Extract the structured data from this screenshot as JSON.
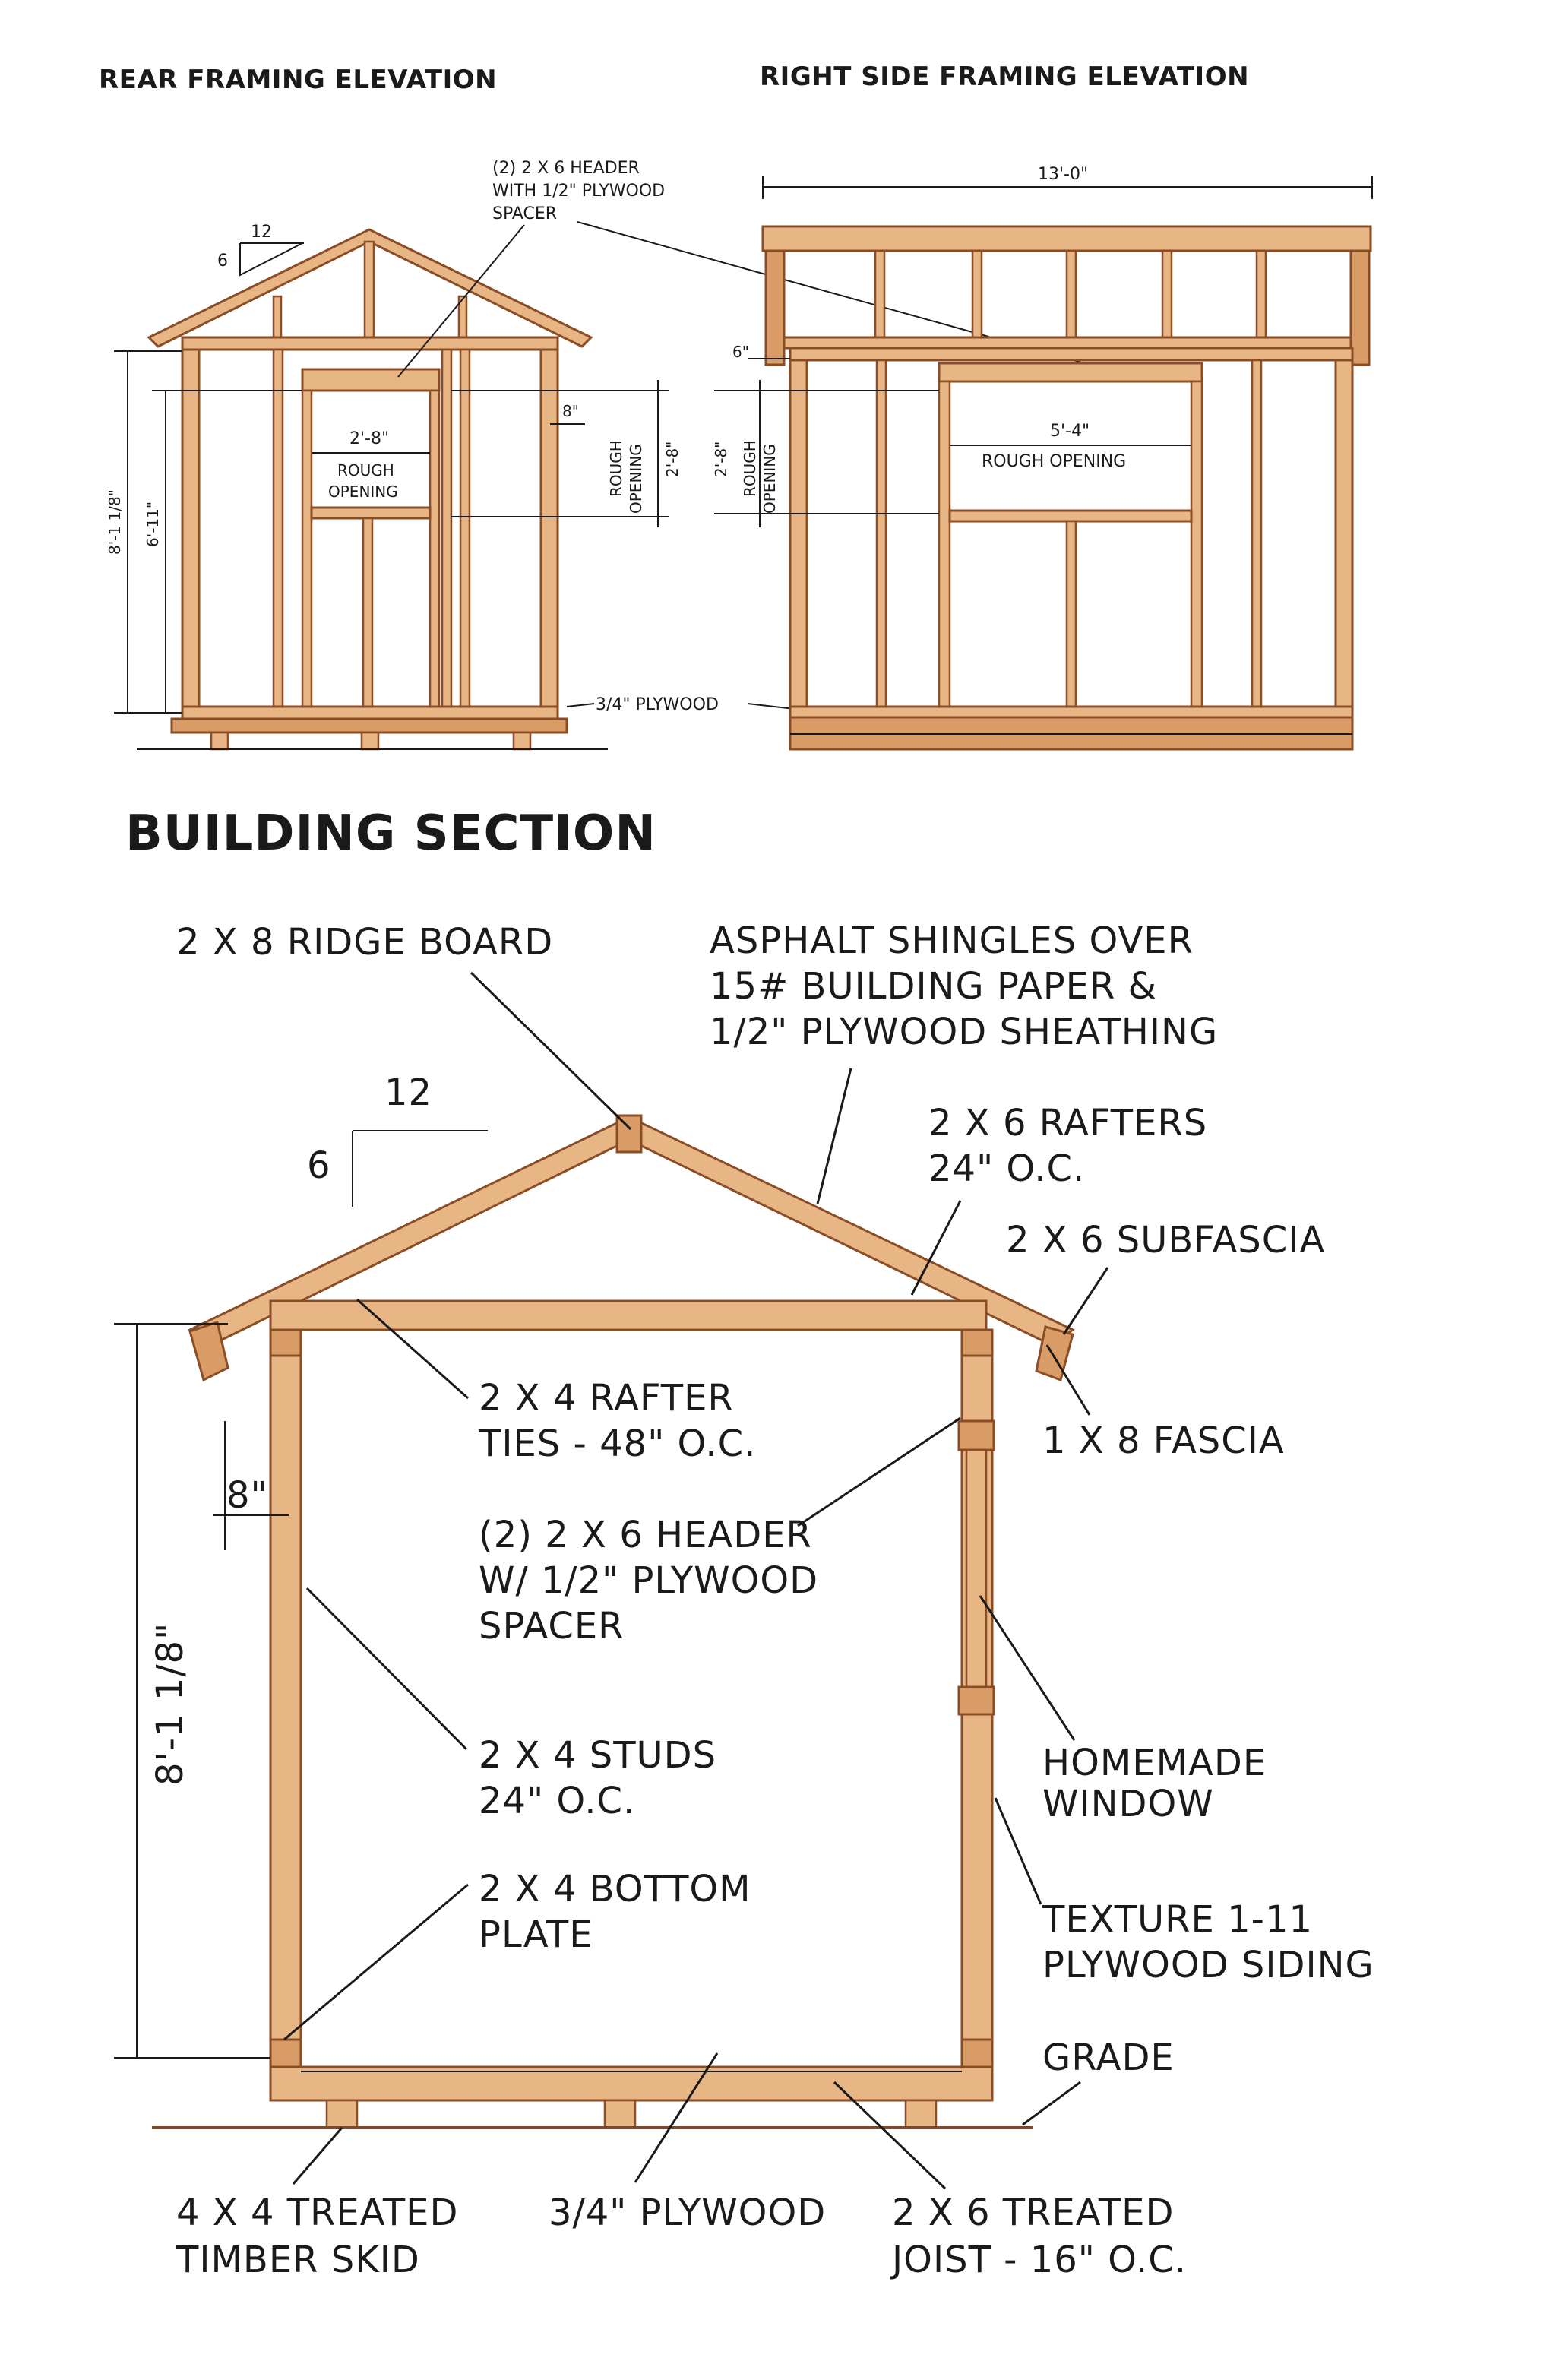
{
  "titles": {
    "rear": "REAR FRAMING ELEVATION",
    "right": "RIGHT SIDE FRAMING ELEVATION",
    "section": "BUILDING SECTION"
  },
  "rear": {
    "pitch_run": "12",
    "pitch_rise": "6",
    "rough_width": "2'-8\"",
    "rough_label_1": "ROUGH",
    "rough_label_2": "OPENING",
    "offset": "8\"",
    "rough_vert_1": "ROUGH",
    "rough_vert_2": "OPENING",
    "rough_height": "2'-8\"",
    "height_total": "8'-1 1/8\"",
    "height_wall": "6'-11\""
  },
  "header_note": {
    "line1": "(2) 2 X 6 HEADER",
    "line2": "WITH 1/2\" PLYWOOD",
    "line3": "SPACER"
  },
  "plywood_note": "3/4\" PLYWOOD",
  "right": {
    "length": "13'-0\"",
    "offset": "6\"",
    "rough_height": "2'-8\"",
    "rough_vert_1": "ROUGH",
    "rough_vert_2": "OPENING",
    "rough_width": "5'-4\"",
    "rough_label": "ROUGH OPENING"
  },
  "section": {
    "pitch_run": "12",
    "pitch_rise": "6",
    "offset": "8\"",
    "height": "8'-1 1/8\"",
    "labels": {
      "ridge": "2 X 8 RIDGE BOARD",
      "shingles_1": "ASPHALT SHINGLES OVER",
      "shingles_2": "15# BUILDING PAPER &",
      "shingles_3": "1/2\" PLYWOOD SHEATHING",
      "rafters_1": "2 X 6 RAFTERS",
      "rafters_2": "24\" O.C.",
      "subfascia": "2 X 6 SUBFASCIA",
      "ties_1": "2 X 4 RAFTER",
      "ties_2": "TIES - 48\" O.C.",
      "fascia": "1 X 8 FASCIA",
      "header_1": "(2) 2 X 6 HEADER",
      "header_2": "W/ 1/2\" PLYWOOD",
      "header_3": "SPACER",
      "studs_1": "2 X 4 STUDS",
      "studs_2": "24\" O.C.",
      "window_1": "HOMEMADE",
      "window_2": "WINDOW",
      "plate_1": "2 X 4 BOTTOM",
      "plate_2": "PLATE",
      "siding_1": "TEXTURE 1-11",
      "siding_2": "PLYWOOD SIDING",
      "grade": "GRADE",
      "skid_1": "4 X 4 TREATED",
      "skid_2": "TIMBER SKID",
      "plywood": "3/4\" PLYWOOD",
      "joist_1": "2 X 6 TREATED",
      "joist_2": "JOIST - 16\" O.C."
    }
  }
}
